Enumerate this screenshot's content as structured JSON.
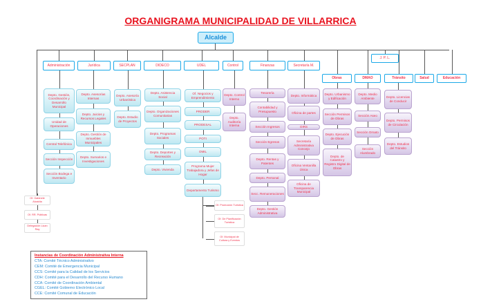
{
  "title": "ORGANIGRAMA MUNICIPALIDAD DE VILLARRICA",
  "top": "Alcalde",
  "jpl": "J. P. L.",
  "departments": [
    {
      "label": "Administración",
      "children": [
        "Depto. Gestión, Coordinación y Desarrollo Municipal",
        "Unidad de Operaciones",
        "Central Telefónica",
        "Sección Inspección",
        "Sección Bodega e Inventario"
      ]
    },
    {
      "label": "Jurídica",
      "children": [
        "Depto. Asesorías Internas",
        "Depto. Juicios y Recursos Legales",
        "Depto. Gestión de Inmuebles Municipales",
        "Depto. Sumarios e Investigaciones"
      ]
    },
    {
      "label": "SECPLAN",
      "children": [
        "Depto. Asesoría Urbanística",
        "Depto. Estudio de Proyectos"
      ]
    },
    {
      "label": "DIDECO",
      "children": [
        "Depto. Asistencia Social",
        "Depto. Organizaciones Comunitarias",
        "Depto. Programas Sociales",
        "Depto. Deportes y Recreación",
        "Depto. Vivienda"
      ]
    },
    {
      "label": "UDEL",
      "children": [
        "Of. Negocios y Emprendimiento",
        "PRODER",
        "PRODESAL",
        "POTI",
        "OMIL",
        "Programa Mujer Trabajadora y Jefas de Hogar",
        "Departamento Turismo"
      ],
      "sub": [
        "Of. Promoción Turística",
        "Of. De Planificación Turística",
        "Of. Municipal de Cultura y Eventos"
      ]
    },
    {
      "label": "Control",
      "children": [
        "Depto. Control Interno",
        "Depto. Auditoría Interna"
      ]
    },
    {
      "label": "Finanzas",
      "children": [
        "Tesorería",
        "Contabilidad y Presupuesto",
        "Sección Ingresos",
        "Sección Egresos",
        "Depto. Rentas y Patentes",
        "Depto. Personal",
        "Secc. Remuneraciones",
        "Depto. Gestión Administrativa"
      ]
    },
    {
      "label": "Secretaría M.",
      "children": [
        "Depto. Informática",
        "Oficina de partes",
        "OIRS",
        "Secretaría Administrativa Concejo",
        "Oficina Ventanilla Única",
        "Oficina de Transparencia Municipal"
      ]
    },
    {
      "label": "Obras",
      "children": [
        "Depto. Urbanismo y Edificación",
        "Sección Permisos de Obras",
        "Depto. Ejecución de Obras",
        "Depto. de Catastro y Registro Digital de Obras"
      ]
    },
    {
      "label": "DMAO",
      "children": [
        "Depto. Medio Ambiente",
        "Sección Aseo",
        "Sección Ornato",
        "Sección Alumbrado"
      ]
    },
    {
      "label": "Tránsito",
      "children": [
        "Depto. Licencias de Conducir",
        "Depto. Permisos de Circulación",
        "Depto. Estudios del Tránsito"
      ]
    },
    {
      "label": "Salud",
      "children": []
    },
    {
      "label": "Educación",
      "children": []
    }
  ],
  "alcaldia_units": [
    "Of. Gabinete Alcaldía",
    "Of. RR. Públicas",
    "Delegación Lican Ray"
  ],
  "legend": {
    "title": "Instancias de Coordinación Administrativa Interna",
    "items": [
      "CTA: Comité Técnico Administrativo",
      "CEM: Comité de Emergencia Municipal",
      "CCS: Comité para la Calidad de los Servicios",
      "CDH: Comité para el Desarrollo del Recurso Humano",
      "CCA: Comité de Coordinación Ambiental",
      "CGEL: Comité Gobierno Electrónico Local",
      "CCE: Comité Comunal de Educación"
    ]
  }
}
